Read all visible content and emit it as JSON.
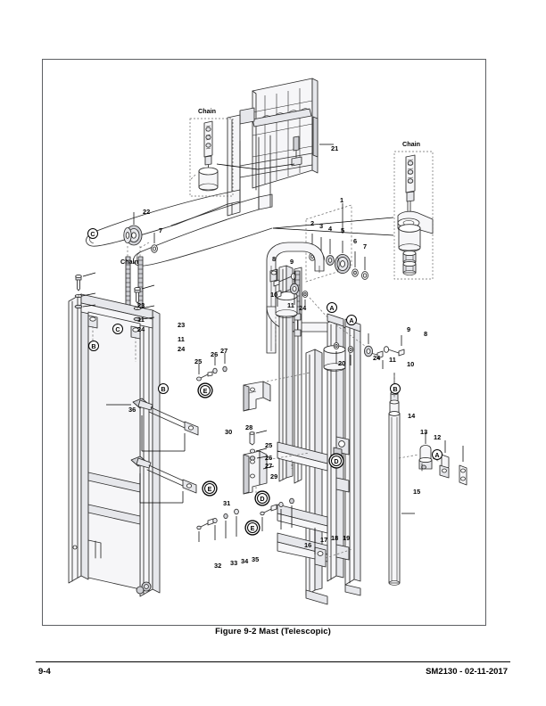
{
  "document": {
    "figure_caption": "Figure 9-2 Mast (Telescopic)",
    "page_number": "9-4",
    "document_id": "SM2130 - 02-11-2017"
  },
  "detail_labels": {
    "chain_top_left": "Chain",
    "chain_pulley": "Chain",
    "chain_right": "Chain"
  },
  "callouts": [
    {
      "id": "c21",
      "text": "21"
    },
    {
      "id": "c1",
      "text": "1"
    },
    {
      "id": "c2",
      "text": "2"
    },
    {
      "id": "c3",
      "text": "3"
    },
    {
      "id": "c4",
      "text": "4"
    },
    {
      "id": "c5",
      "text": "5"
    },
    {
      "id": "c6",
      "text": "6"
    },
    {
      "id": "c7",
      "text": "7"
    },
    {
      "id": "c22",
      "text": "22"
    },
    {
      "id": "c7b",
      "text": "7"
    },
    {
      "id": "c8L",
      "text": "8"
    },
    {
      "id": "c9L",
      "text": "9"
    },
    {
      "id": "c10L",
      "text": "10"
    },
    {
      "id": "c11L",
      "text": "11"
    },
    {
      "id": "c24L",
      "text": "24"
    },
    {
      "id": "c8R",
      "text": "8"
    },
    {
      "id": "c9R",
      "text": "9"
    },
    {
      "id": "c10R",
      "text": "10"
    },
    {
      "id": "c11R",
      "text": "11"
    },
    {
      "id": "c24R",
      "text": "24"
    },
    {
      "id": "c20",
      "text": "20"
    },
    {
      "id": "c23a",
      "text": "23"
    },
    {
      "id": "c11a",
      "text": "11"
    },
    {
      "id": "c24a",
      "text": "24"
    },
    {
      "id": "c23b",
      "text": "23"
    },
    {
      "id": "c11b",
      "text": "11"
    },
    {
      "id": "c24b",
      "text": "24"
    },
    {
      "id": "c36",
      "text": "36"
    },
    {
      "id": "c25a",
      "text": "25"
    },
    {
      "id": "c26a",
      "text": "26"
    },
    {
      "id": "c27a",
      "text": "27"
    },
    {
      "id": "c28",
      "text": "28"
    },
    {
      "id": "c30",
      "text": "30"
    },
    {
      "id": "c25b",
      "text": "25"
    },
    {
      "id": "c26b",
      "text": "26"
    },
    {
      "id": "c27b",
      "text": "27"
    },
    {
      "id": "c29",
      "text": "29"
    },
    {
      "id": "c31",
      "text": "31"
    },
    {
      "id": "c32",
      "text": "32"
    },
    {
      "id": "c33",
      "text": "33"
    },
    {
      "id": "c34",
      "text": "34"
    },
    {
      "id": "c35",
      "text": "35"
    },
    {
      "id": "c16",
      "text": "16"
    },
    {
      "id": "c17",
      "text": "17"
    },
    {
      "id": "c18",
      "text": "18"
    },
    {
      "id": "c19",
      "text": "19"
    },
    {
      "id": "c12",
      "text": "12"
    },
    {
      "id": "c13",
      "text": "13"
    },
    {
      "id": "c14",
      "text": "14"
    },
    {
      "id": "c15",
      "text": "15"
    }
  ],
  "ref_letters": [
    {
      "id": "rC1",
      "text": "C"
    },
    {
      "id": "rB1",
      "text": "B"
    },
    {
      "id": "rC2",
      "text": "C"
    },
    {
      "id": "rB2",
      "text": "B"
    },
    {
      "id": "rB3",
      "text": "B"
    },
    {
      "id": "rA1",
      "text": "A"
    },
    {
      "id": "rA2",
      "text": "A"
    },
    {
      "id": "rA3",
      "text": "A"
    },
    {
      "id": "rD1",
      "text": "D"
    },
    {
      "id": "rD2",
      "text": "D"
    },
    {
      "id": "rE1",
      "text": "E"
    },
    {
      "id": "rE2",
      "text": "E"
    },
    {
      "id": "rE3",
      "text": "E"
    }
  ],
  "colors": {
    "line": "#2b2b2b",
    "frame": "#5d5f63",
    "fill_light": "#f4f4f6",
    "fill_mid": "#e3e4e8",
    "fill_dark": "#c9cace",
    "text": "#000000"
  }
}
